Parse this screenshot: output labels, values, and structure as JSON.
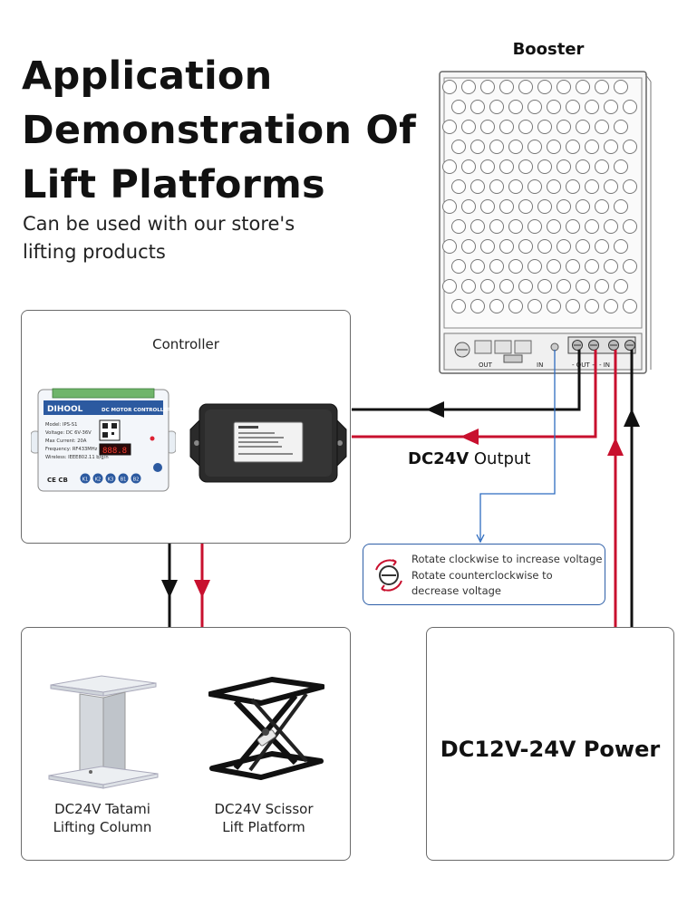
{
  "title": [
    "Application",
    "Demonstration Of",
    "Lift Platforms"
  ],
  "subtitle": [
    "Can be used with our store's",
    "lifting products"
  ],
  "booster": {
    "label": "Booster",
    "terminal_out": "OUT",
    "terminal_in": "IN",
    "terminal_labels": "- OUT + - IN"
  },
  "controller": {
    "label": "Controller",
    "brand": "DIHOOL",
    "product_name": "DC MOTOR CONTROLLER",
    "specs": [
      "Model: IPS-S1",
      "Voltage: DC 6V-36V",
      "Max Current: 20A",
      "Frequency: RF433MHz",
      "Wireless: IEEE802.11 b/g/n"
    ],
    "display": "888.8",
    "buttons": [
      "K1",
      "K2",
      "K3",
      "B1",
      "B2"
    ],
    "cert": "CE CB"
  },
  "output_label": {
    "bold": "DC24V",
    "rest": " Output"
  },
  "note": {
    "lines": [
      "Rotate clockwise to increase voltage",
      "Rotate counterclockwise to",
      "decrease voltage"
    ],
    "icon": "rotate-knob-icon"
  },
  "products": [
    {
      "lines": [
        "DC24V Tatami",
        "Lifting Column"
      ]
    },
    {
      "lines": [
        "DC24V Scissor",
        "Lift Platform"
      ]
    }
  ],
  "power": {
    "label": "DC12V-24V Power"
  },
  "colors": {
    "positive": "#c8102e",
    "negative": "#111111",
    "signal": "#2e6cc0",
    "frame": "#6b6b6b"
  }
}
